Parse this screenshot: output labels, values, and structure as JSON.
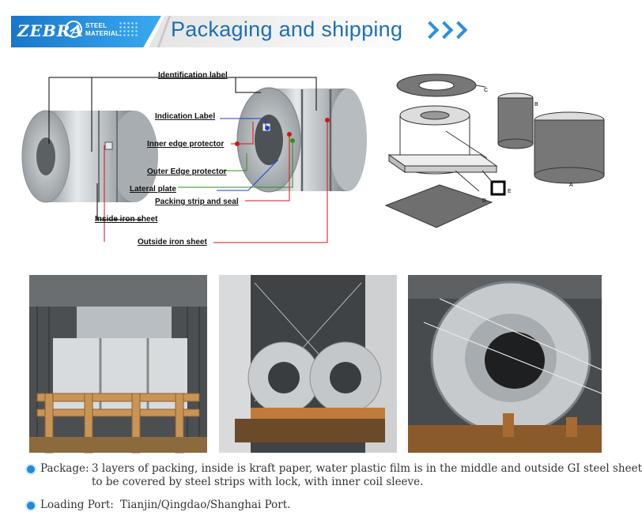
{
  "header": {
    "brand_name": "ZEBRA",
    "brand_sub_line1": "STEEL",
    "brand_sub_line2": "MATERIAL",
    "title": "Packaging and  shipping",
    "accent_color": "#2c8fe0"
  },
  "coil_diagram": {
    "labels": [
      {
        "key": "identification_label",
        "text": "Identification label"
      },
      {
        "key": "indication_label",
        "text": "Indication Label"
      },
      {
        "key": "inner_edge_protector",
        "text": "Inner edge protector"
      },
      {
        "key": "outer_edge_protector",
        "text": "Outer Edge protector"
      },
      {
        "key": "lateral_plate",
        "text": "Lateral plate"
      },
      {
        "key": "packing_strip_and_seal",
        "text": "Packing strip and seal"
      },
      {
        "key": "inside_iron_sheet",
        "text": "Inside iron sheet"
      },
      {
        "key": "outside_iron_sheet",
        "text": "Outside iron sheet"
      }
    ],
    "line_colors": {
      "black": "#000000",
      "blue": "#1c3fd6",
      "red": "#d41414",
      "green": "#2f8f1e"
    }
  },
  "exploded_diagram": {
    "part_labels": [
      "A",
      "B",
      "C",
      "D",
      "E"
    ]
  },
  "photos": [
    {
      "name": "coils-loaded-in-container"
    },
    {
      "name": "coils-on-wooden-skids"
    },
    {
      "name": "wrapped-coil-closeup"
    }
  ],
  "info": {
    "package_label": "Package:",
    "package_line1": "3 layers of packing, inside is kraft paper, water plastic film is in  the middle and outside GI steel sheet",
    "package_line2": "to be covered by steel strips with lock, with inner coil sleeve.",
    "port_label": "Loading Port:",
    "port_text": "Tianjin/Qingdao/Shanghai Port."
  }
}
